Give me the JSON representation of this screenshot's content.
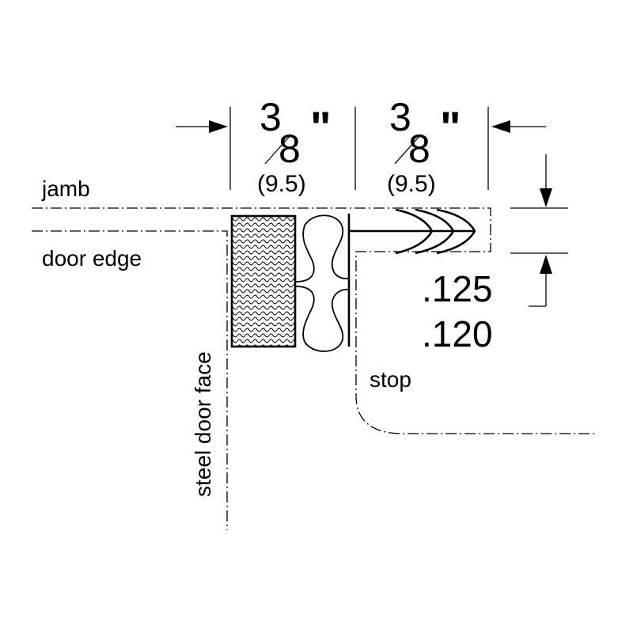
{
  "labels": {
    "jamb": "jamb",
    "door_edge": "door edge",
    "steel_door_face": "steel door face",
    "stop": "stop"
  },
  "dimensions": {
    "left": {
      "numerator": "3",
      "denominator": "8",
      "inch_mark": "\"",
      "metric": "(9.5)"
    },
    "right": {
      "numerator": "3",
      "denominator": "8",
      "inch_mark": "\"",
      "metric": "(9.5)"
    },
    "thickness_max": ".125",
    "thickness_min": ".120"
  }
}
